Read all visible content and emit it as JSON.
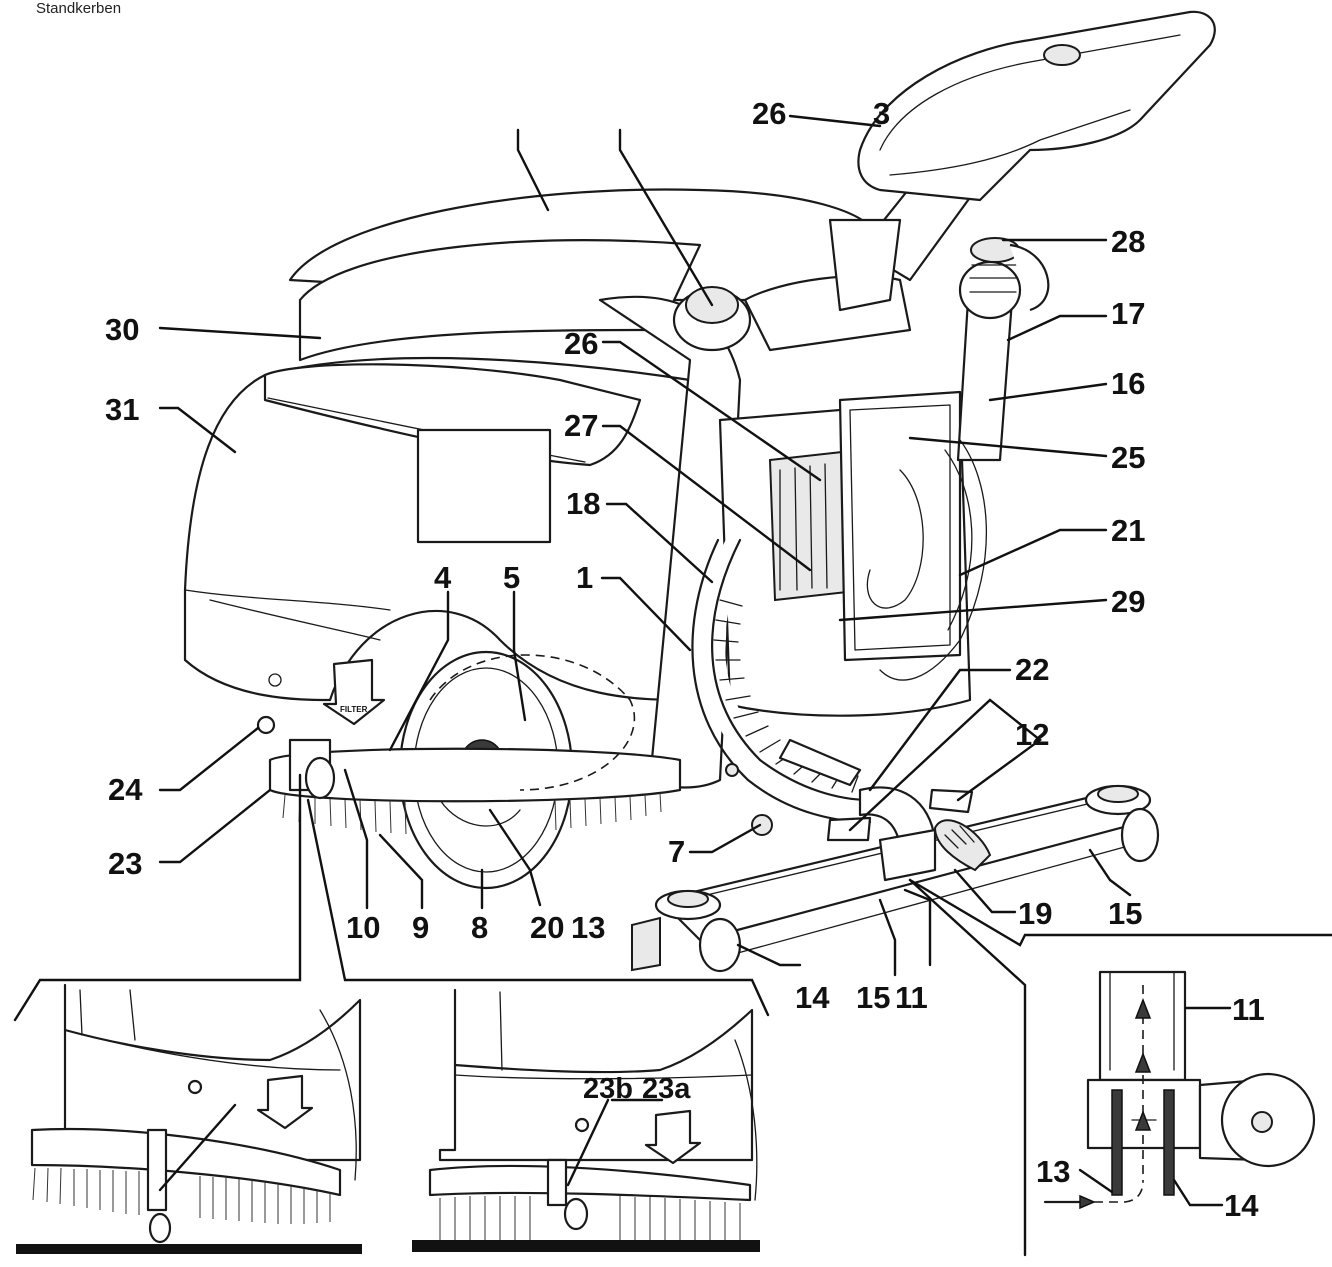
{
  "caption": "Standkerben",
  "labels": {
    "l1": "1",
    "l3": "3",
    "l4": "4",
    "l5": "5",
    "l7": "7",
    "l8": "8",
    "l9": "9",
    "l10": "10",
    "l12": "12",
    "l14": "14",
    "l15a": "15",
    "l15b": "15",
    "l16": "16",
    "l17": "17",
    "l18": "18",
    "l19": "19",
    "l20": "20",
    "l21": "21",
    "l22": "22",
    "l23": "23",
    "l24": "24",
    "l25": "25",
    "l26a": "26",
    "l26b": "26",
    "l27": "27",
    "l28": "28",
    "l29": "29",
    "l30": "30",
    "l31": "31",
    "l11": "11",
    "l13": "13",
    "l23b": "23b",
    "l23a": "23a",
    "d11": "11",
    "d13": "13",
    "d14": "14"
  },
  "filter_badge": "FILTER"
}
